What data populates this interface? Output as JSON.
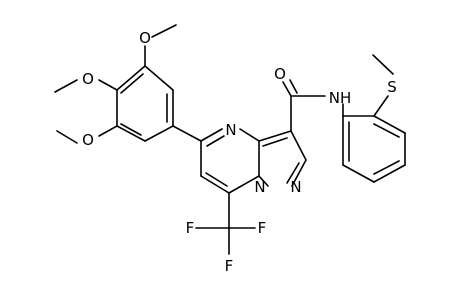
{
  "molecule": {
    "atom_labels": {
      "o_methoxy_top": "O",
      "ch3_methoxy_top": "",
      "o_methoxy_mid": "O",
      "o_methoxy_low": "O",
      "n_pyrimidine": "N",
      "n_bridge": "N",
      "n_pyrazole": "N",
      "o_carbonyl": "O",
      "nh_amide": "NH",
      "s_thio": "S",
      "f_left": "F",
      "f_right": "F",
      "f_bottom": "F"
    }
  }
}
